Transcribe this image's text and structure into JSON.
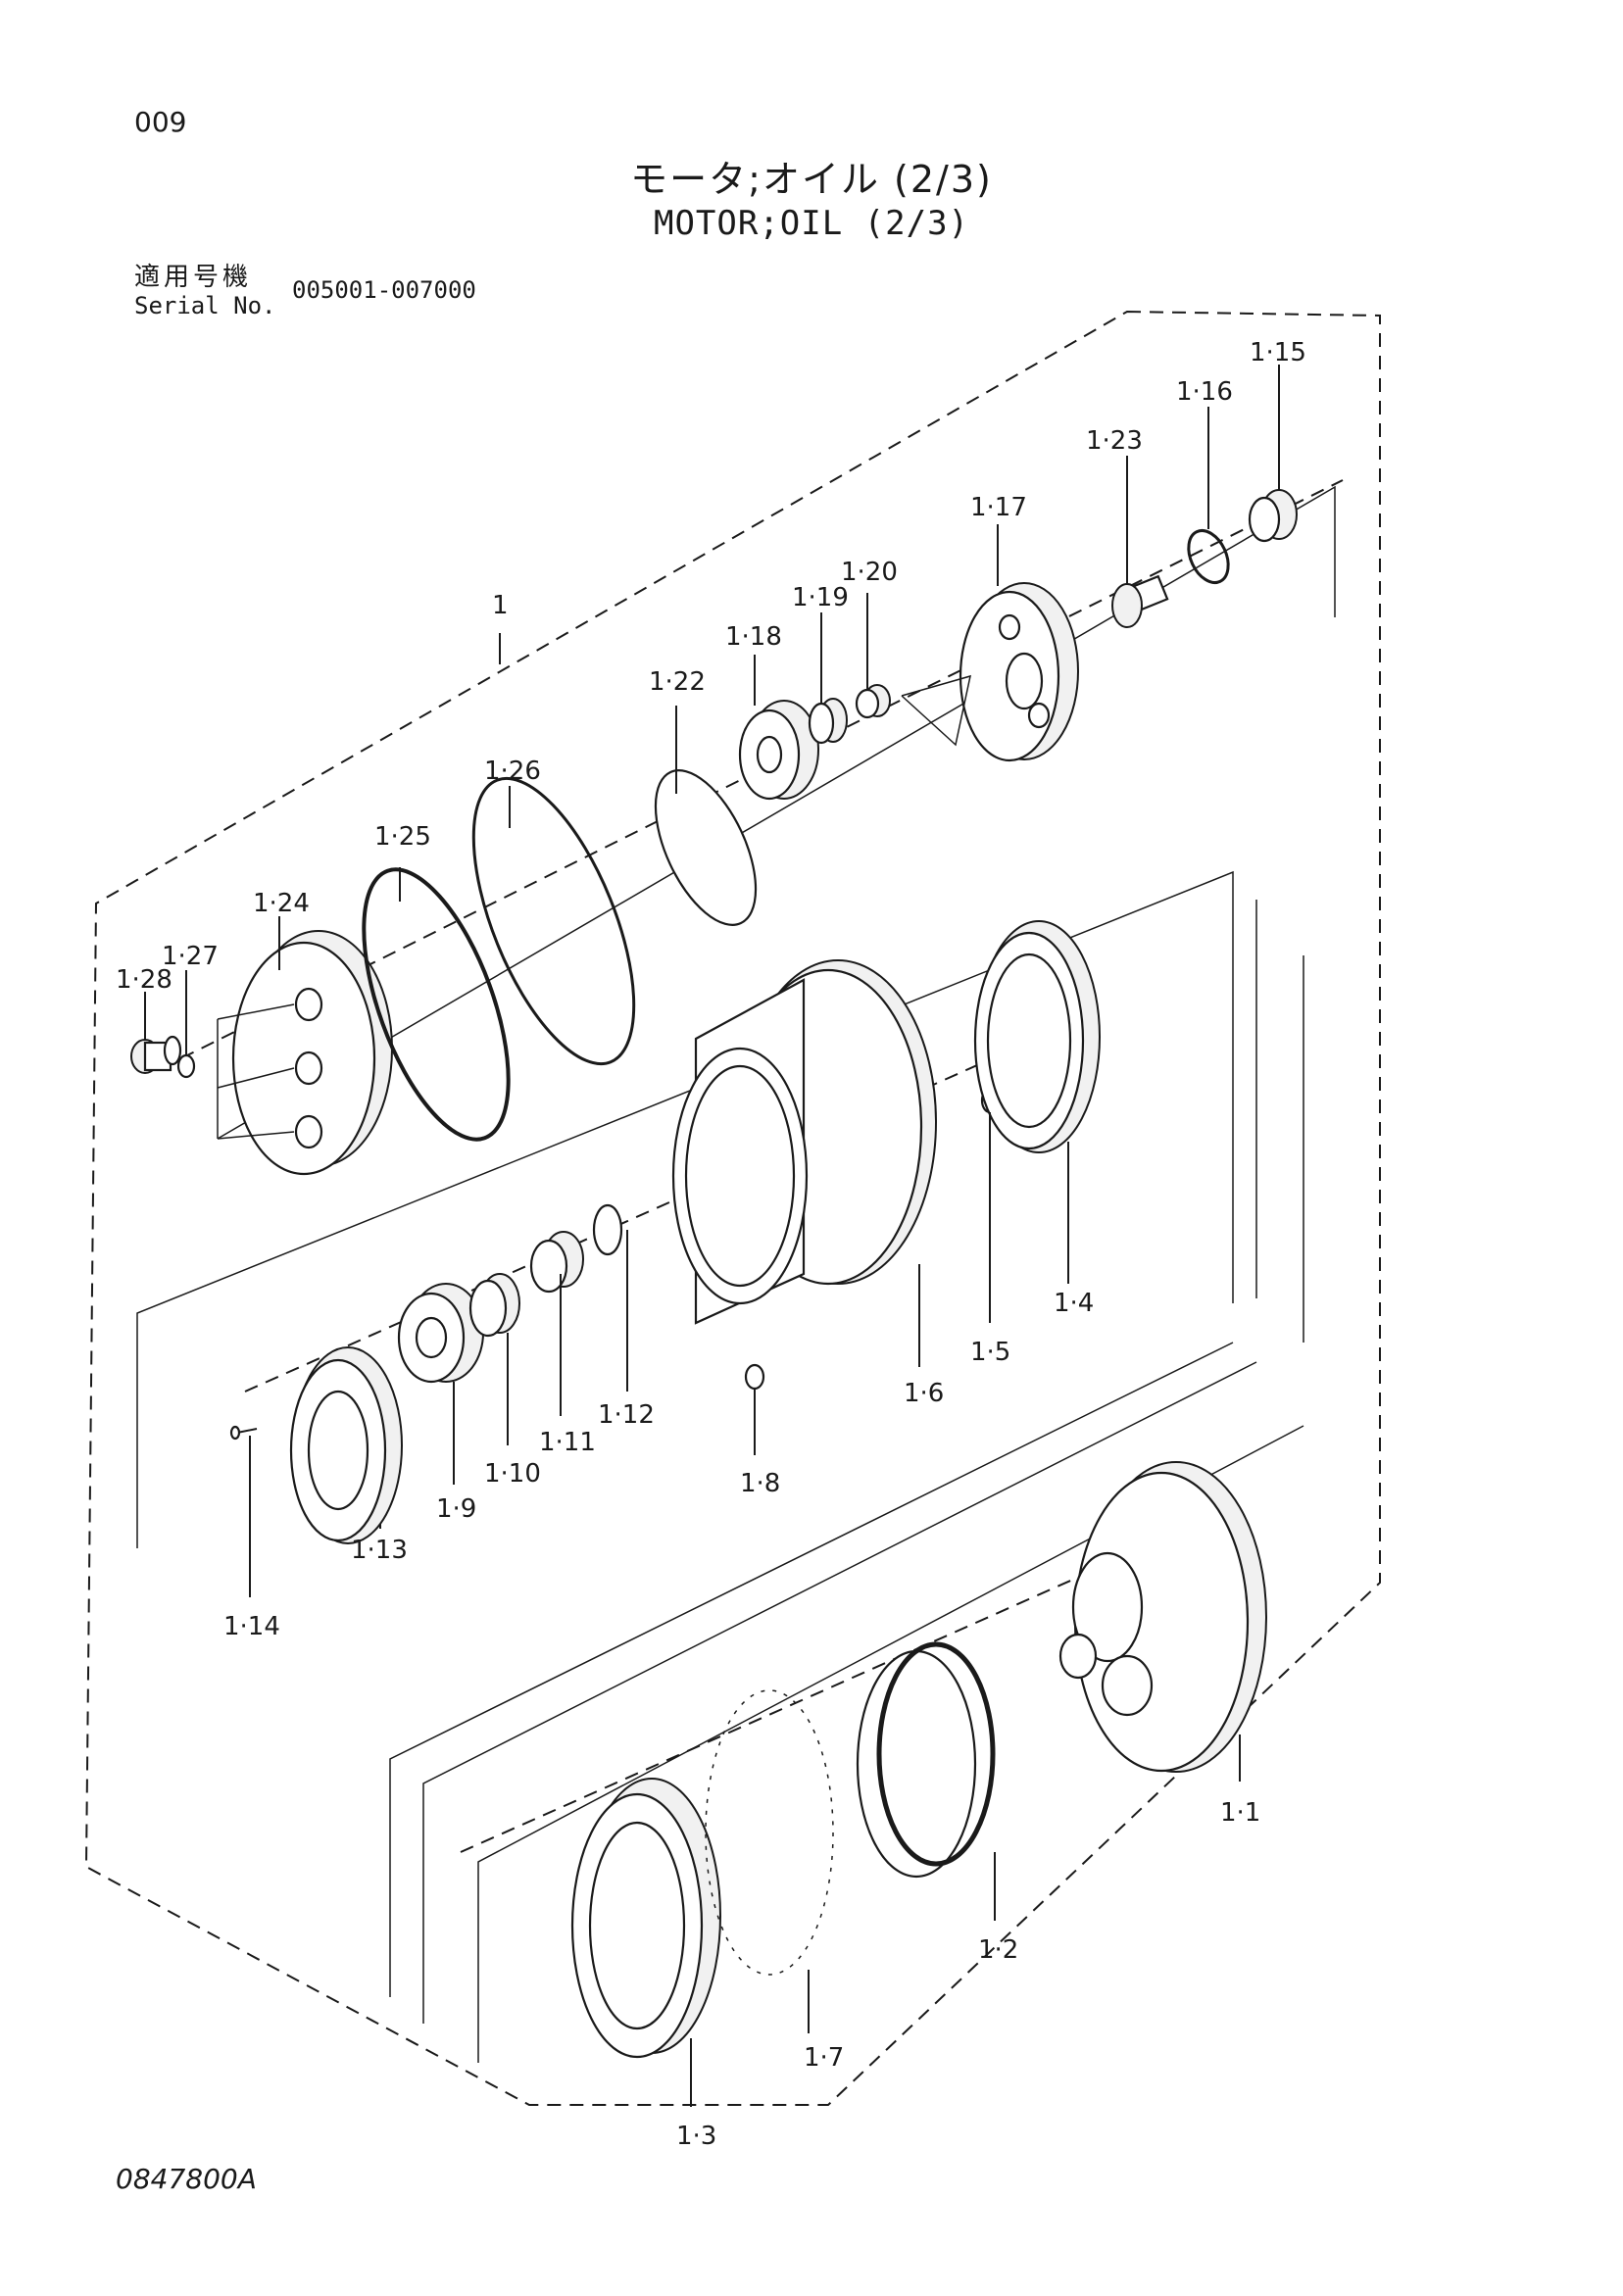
{
  "header": {
    "page_number": "009",
    "title_jp": "モータ;オイル (2/3)",
    "title_en": "MOTOR;OIL (2/3)",
    "serial_label_jp": "適用号機",
    "serial_label_en": "Serial No.",
    "serial_range": "005001-007000"
  },
  "footer": {
    "drawing_number": "0847800A"
  },
  "callouts": [
    {
      "id": "c1",
      "label": "1"
    },
    {
      "id": "c1_1",
      "label": "1·1"
    },
    {
      "id": "c1_2",
      "label": "1·2"
    },
    {
      "id": "c1_3",
      "label": "1·3"
    },
    {
      "id": "c1_4",
      "label": "1·4"
    },
    {
      "id": "c1_5",
      "label": "1·5"
    },
    {
      "id": "c1_6",
      "label": "1·6"
    },
    {
      "id": "c1_7",
      "label": "1·7"
    },
    {
      "id": "c1_8",
      "label": "1·8"
    },
    {
      "id": "c1_9",
      "label": "1·9"
    },
    {
      "id": "c1_10",
      "label": "1·10"
    },
    {
      "id": "c1_11",
      "label": "1·11"
    },
    {
      "id": "c1_12",
      "label": "1·12"
    },
    {
      "id": "c1_13",
      "label": "1·13"
    },
    {
      "id": "c1_14",
      "label": "1·14"
    },
    {
      "id": "c1_15",
      "label": "1·15"
    },
    {
      "id": "c1_16",
      "label": "1·16"
    },
    {
      "id": "c1_17",
      "label": "1·17"
    },
    {
      "id": "c1_18",
      "label": "1·18"
    },
    {
      "id": "c1_19",
      "label": "1·19"
    },
    {
      "id": "c1_20",
      "label": "1·20"
    },
    {
      "id": "c1_22",
      "label": "1·22"
    },
    {
      "id": "c1_23",
      "label": "1·23"
    },
    {
      "id": "c1_24",
      "label": "1·24"
    },
    {
      "id": "c1_25",
      "label": "1·25"
    },
    {
      "id": "c1_26",
      "label": "1·26"
    },
    {
      "id": "c1_27",
      "label": "1·27"
    },
    {
      "id": "c1_28",
      "label": "1·28"
    }
  ]
}
